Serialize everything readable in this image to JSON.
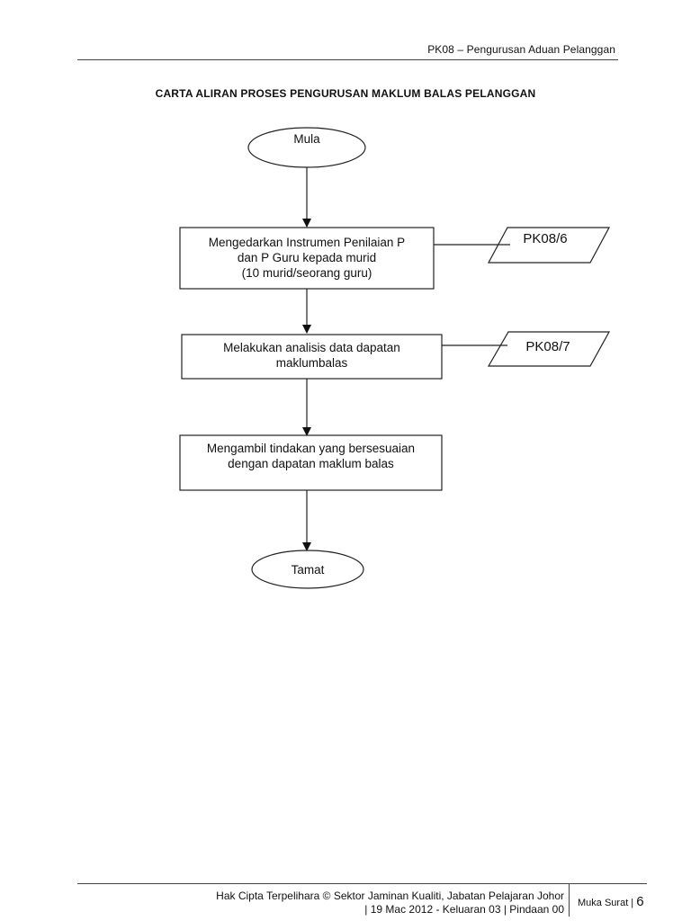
{
  "header": {
    "text": "PK08  –  Pengurusan Aduan Pelanggan"
  },
  "document": {
    "title": "CARTA ALIRAN PROSES PENGURUSAN MAKLUM BALAS PELANGGAN"
  },
  "flowchart": {
    "start_label": "Mula",
    "steps": [
      {
        "lines": [
          "Mengedarkan Instrumen Penilaian P",
          "dan P Guru kepada murid",
          "(10 murid/seorang guru)"
        ],
        "document_ref": "PK08/6"
      },
      {
        "lines": [
          "Melakukan analisis data dapatan",
          "maklumbalas"
        ],
        "document_ref": "PK08/7"
      },
      {
        "lines": [
          "Mengambil tindakan yang bersesuaian",
          "dengan dapatan maklum balas"
        ]
      }
    ],
    "end_label": "Tamat"
  },
  "footer": {
    "copyright_line1": "Hak Cipta Terpelihara © Sektor Jaminan Kualiti, Jabatan Pelajaran Johor",
    "copyright_line2": "| 19 Mac 2012  -   Keluaran 03   |   Pindaan 00",
    "page_label": "Muka Surat |",
    "page_number": "6"
  }
}
